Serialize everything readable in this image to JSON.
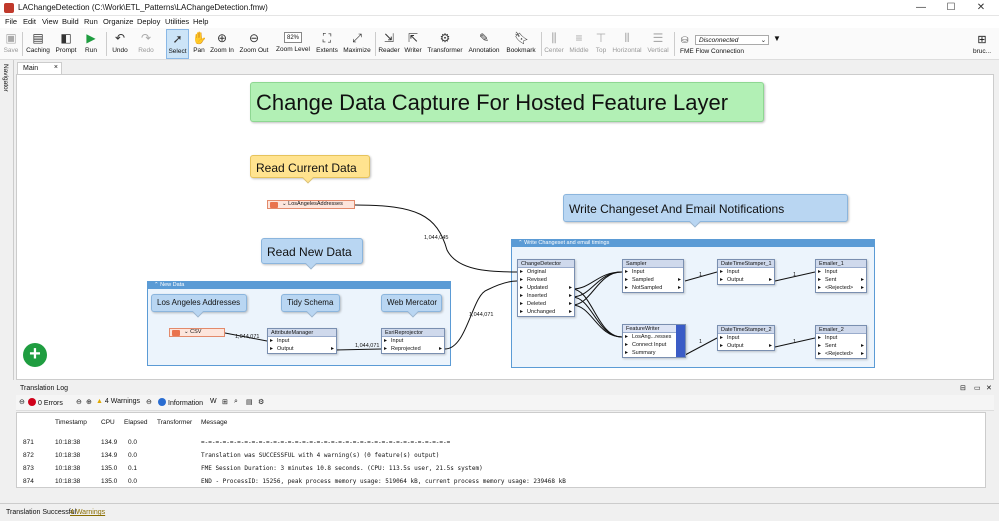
{
  "window": {
    "title": "LAChangeDetection (C:\\Work\\ETL_Patterns\\LAChangeDetection.fmw)"
  },
  "menu": [
    "File",
    "Edit",
    "View",
    "Build",
    "Run",
    "Organize",
    "Deploy",
    "Utilities",
    "Help"
  ],
  "toolbar": {
    "save": "Save",
    "caching": "Caching",
    "prompt": "Prompt",
    "run": "Run",
    "undo": "Undo",
    "redo": "Redo",
    "select": "Select",
    "pan": "Pan",
    "zoom_in": "Zoom In",
    "zoom_out": "Zoom Out",
    "zoom_level": "Zoom Level",
    "zoom_value": "82%",
    "extents": "Extents",
    "maximize": "Maximize",
    "reader": "Reader",
    "writer": "Writer",
    "transformer": "Transformer",
    "annotation": "Annotation",
    "bookmark": "Bookmark",
    "center": "Center",
    "middle": "Middle",
    "top": "Top",
    "horizontal": "Horizontal",
    "vertical": "Vertical",
    "fme_connection_value": "Disconnected",
    "fme_connection_label": "FME Flow Connection",
    "user": "bruc..."
  },
  "navigator": "Navigator",
  "tab": "Main",
  "canvas": {
    "annotations": {
      "title": "Change Data Capture For Hosted Feature Layer",
      "read_current": "Read Current Data",
      "read_new": "Read New Data",
      "write_changeset": "Write Changeset And Email Notifications",
      "la_addresses": "Los Angeles Addresses",
      "tidy_schema": "Tidy Schema",
      "web_mercator": "Web Mercator"
    },
    "bookmarks": {
      "new_data": "New Data",
      "write_changeset": "Write Changeset and email timings"
    },
    "readers": {
      "la": "LosAngelesAddresses",
      "csv": "CSV"
    },
    "counts": {
      "c1": "1,044,045",
      "c2": "1,044,071",
      "c3": "1,044,071",
      "c4": "1,044,071",
      "one": "1"
    },
    "nodes": {
      "attribute_manager": {
        "name": "AttributeManager",
        "ports": [
          "Input",
          "Output"
        ]
      },
      "esri_reprojector": {
        "name": "EsriReprojector",
        "ports": [
          "Input",
          "Reprojected"
        ]
      },
      "change_detector": {
        "name": "ChangeDetector",
        "ports": [
          "Original",
          "Revised",
          "Updated",
          "Inserted",
          "Deleted",
          "Unchanged"
        ]
      },
      "sampler": {
        "name": "Sampler",
        "ports": [
          "Input",
          "Sampled",
          "NotSampled"
        ]
      },
      "feature_writer": {
        "name": "FeatureWriter",
        "ports": [
          "LosAng...resses",
          "Connect Input",
          "Summary"
        ]
      },
      "dts1": {
        "name": "DateTimeStamper_1",
        "ports": [
          "Input",
          "Output"
        ]
      },
      "dts2": {
        "name": "DateTimeStamper_2",
        "ports": [
          "Input",
          "Output"
        ]
      },
      "emailer1": {
        "name": "Emailer_1",
        "ports": [
          "Input",
          "Sent",
          "<Rejected>"
        ]
      },
      "emailer2": {
        "name": "Emailer_2",
        "ports": [
          "Input",
          "Sent",
          "<Rejected>"
        ]
      }
    }
  },
  "log": {
    "title": "Translation Log",
    "filters": {
      "errors": "0 Errors",
      "warnings": "4 Warnings",
      "information": "Information"
    },
    "columns": [
      "Timestamp",
      "CPU",
      "Elapsed",
      "Transformer",
      "Message"
    ],
    "rows": [
      {
        "n": "871",
        "t": "10:18:38",
        "cpu": "134.9",
        "el": "0.0",
        "tr": "",
        "msg": "=-=-=-=-=-=-=-=-=-=-=-=-=-=-=-=-=-=-=-=-=-=-=-=-=-=-=-=-=-=-=-=-=-=-="
      },
      {
        "n": "872",
        "t": "10:18:38",
        "cpu": "134.9",
        "el": "0.0",
        "tr": "",
        "msg": "Translation was SUCCESSFUL with 4 warning(s) (0 feature(s) output)"
      },
      {
        "n": "873",
        "t": "10:18:38",
        "cpu": "135.0",
        "el": "0.1",
        "tr": "",
        "msg": "FME Session Duration: 3 minutes 10.8 seconds. (CPU: 113.5s user, 21.5s system)"
      },
      {
        "n": "874",
        "t": "10:18:38",
        "cpu": "135.0",
        "el": "0.0",
        "tr": "",
        "msg": "END - ProcessID: 15256, peak process memory usage: 519064 kB, current process memory usage: 239468 kB"
      }
    ]
  },
  "status": {
    "text": "Translation Successful",
    "warnings": "4 Warnings"
  },
  "colors": {
    "accent": "#5b9bd5",
    "run_green": "#1f9d40",
    "annotation_green": "#b2f0b5",
    "annotation_yellow": "#ffe38f",
    "annotation_blue": "#b9d6f2"
  }
}
